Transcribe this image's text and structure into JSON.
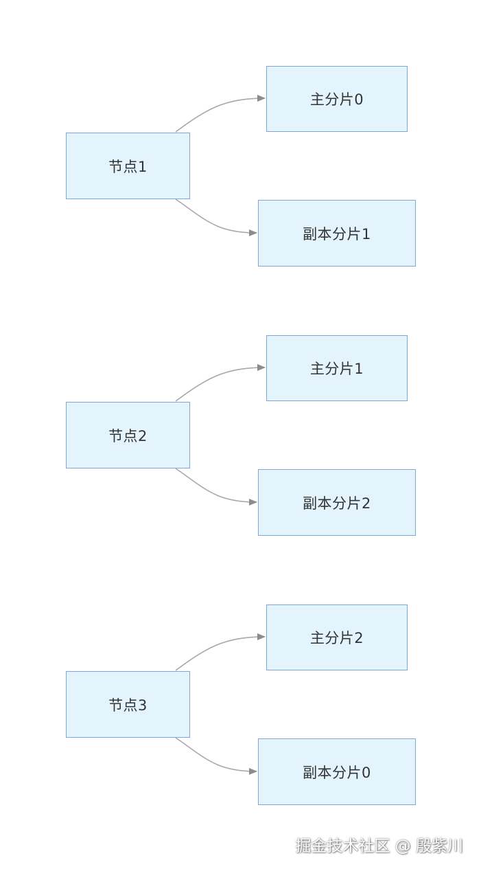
{
  "diagram": {
    "groups": [
      {
        "node": "节点1",
        "primary": "主分片0",
        "replica": "副本分片1"
      },
      {
        "node": "节点2",
        "primary": "主分片1",
        "replica": "副本分片2"
      },
      {
        "node": "节点3",
        "primary": "主分片2",
        "replica": "副本分片0"
      }
    ]
  },
  "watermark": "掘金技术社区 @ 殷紫川",
  "colors": {
    "node_fill": "#e3f4fc",
    "node_border": "#7ea6d9",
    "edge": "#a8a8a8",
    "text": "#333333"
  }
}
